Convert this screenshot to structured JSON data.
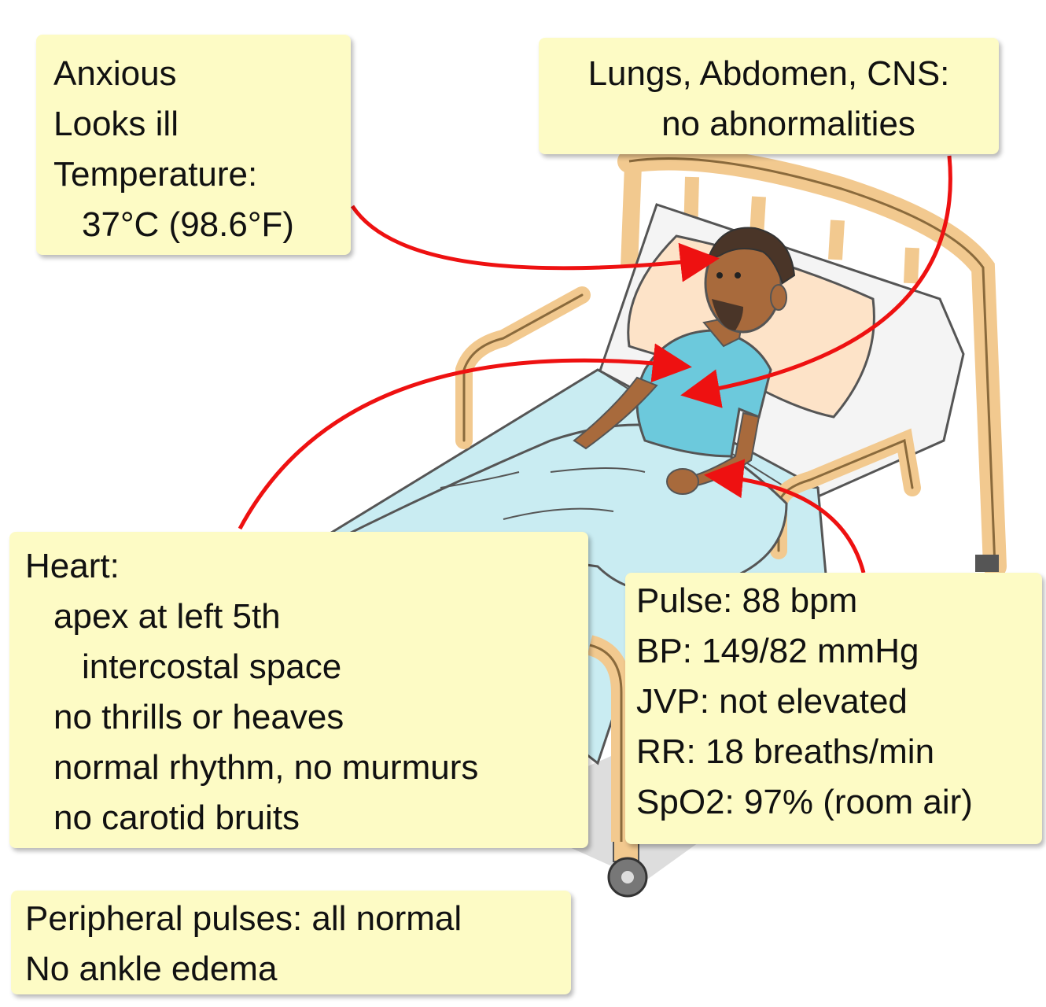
{
  "notes": {
    "general": {
      "lines": [
        "Anxious",
        "Looks ill",
        "Temperature:",
        "37°C (98.6°F)"
      ]
    },
    "systems": {
      "lines": [
        "Lungs, Abdomen, CNS:",
        "no abnormalities"
      ]
    },
    "heart": {
      "lines": [
        "Heart:",
        "apex at left 5th",
        "intercostal space",
        "no thrills or heaves",
        "normal rhythm, no murmurs",
        "no carotid bruits"
      ]
    },
    "vitals": {
      "lines": [
        "Pulse: 88 bpm",
        "BP: 149/82 mmHg",
        "JVP: not elevated",
        "RR: 18 breaths/min",
        "SpO2: 97% (room air)"
      ]
    },
    "peripheral": {
      "lines": [
        "Peripheral pulses: all normal",
        "No ankle edema"
      ]
    }
  },
  "colors": {
    "note_background": "#fdfbc5",
    "arrow": "#ee1111",
    "bed_frame": "#f2c98f",
    "gown": "#6cc9dc",
    "sheet": "#c9ecf2",
    "skin": "#a86a3c"
  }
}
